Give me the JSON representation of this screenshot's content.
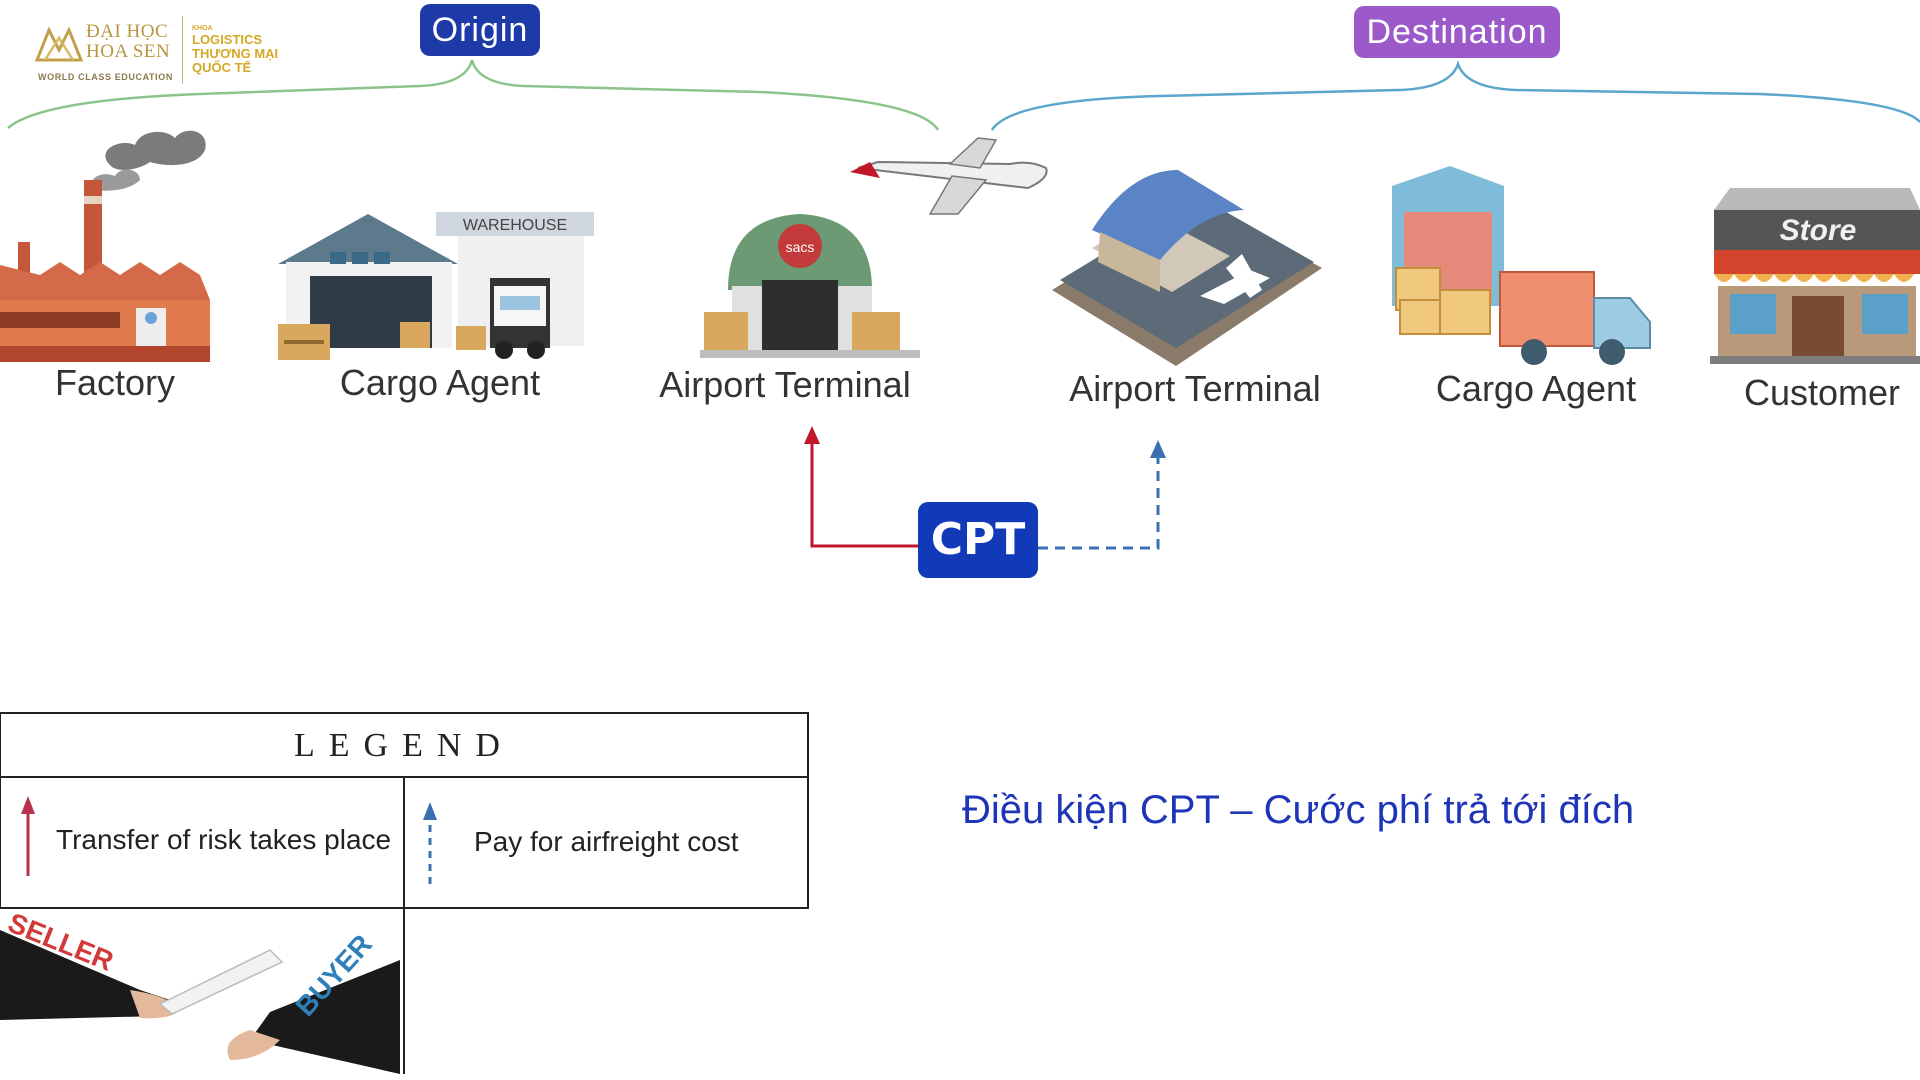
{
  "logo": {
    "university_line1": "ĐẠI HỌC",
    "university_line2": "HOA SEN",
    "tagline": "WORLD CLASS EDUCATION",
    "faculty_prefix": "KHOA",
    "faculty_line1": "LOGISTICS",
    "faculty_line2": "THƯƠNG MẠI",
    "faculty_line3": "QUỐC TẾ"
  },
  "groups": {
    "origin": "Origin",
    "destination": "Destination"
  },
  "stages": [
    {
      "label": "Factory",
      "icon": "factory-icon"
    },
    {
      "label": "Cargo Agent",
      "icon": "warehouse-icon"
    },
    {
      "label": "Airport Terminal",
      "icon": "airport-terminal-icon"
    },
    {
      "label": "Airport Terminal",
      "icon": "airport-icon"
    },
    {
      "label": "Cargo Agent",
      "icon": "delivery-truck-icon"
    },
    {
      "label": "Customer",
      "icon": "store-icon"
    }
  ],
  "image_text": {
    "warehouse_sign": "WAREHOUSE",
    "terminal_badge": "sacs",
    "store_sign": "Store"
  },
  "cpt_label": "CPT",
  "legend": {
    "title": "LEGEND",
    "risk": "Transfer of risk takes place",
    "cost": "Pay for airfreight cost"
  },
  "handshake": {
    "seller": "SELLER",
    "buyer": "BUYER"
  },
  "caption": "Điều kiện CPT – Cước phí trả tới đích",
  "colors": {
    "origin_pill": "#1e3aa8",
    "destination_pill": "#9b59c9",
    "bracket_origin": "#8bc48a",
    "bracket_destination": "#5aa6cc",
    "risk_arrow": "#c0172b",
    "cost_arrow": "#3a6fb0",
    "cpt_box": "#1239b8",
    "caption": "#1f35b8"
  }
}
